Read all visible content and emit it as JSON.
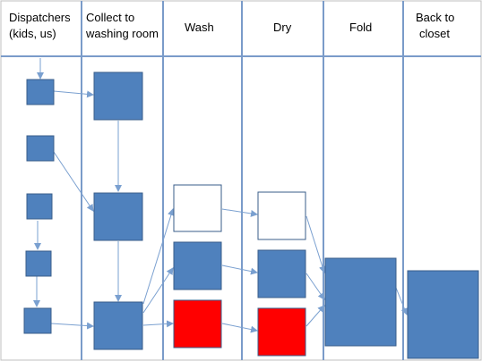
{
  "lanes": [
    {
      "line1": "Dispatchers",
      "line2": "(kids, us)"
    },
    {
      "line1": "Collect to",
      "line2": "washing room"
    },
    {
      "line1": "Wash",
      "line2": ""
    },
    {
      "line1": "Dry",
      "line2": ""
    },
    {
      "line1": "Fold",
      "line2": ""
    },
    {
      "line1": "Back to",
      "line2": "closet"
    }
  ],
  "colors": {
    "box": "#4f81bd",
    "box_stroke": "#385d8a",
    "red": "#ff0000",
    "white": "#ffffff",
    "lane_line": "#7a9bc9",
    "arrow": "#7aa0d0"
  }
}
